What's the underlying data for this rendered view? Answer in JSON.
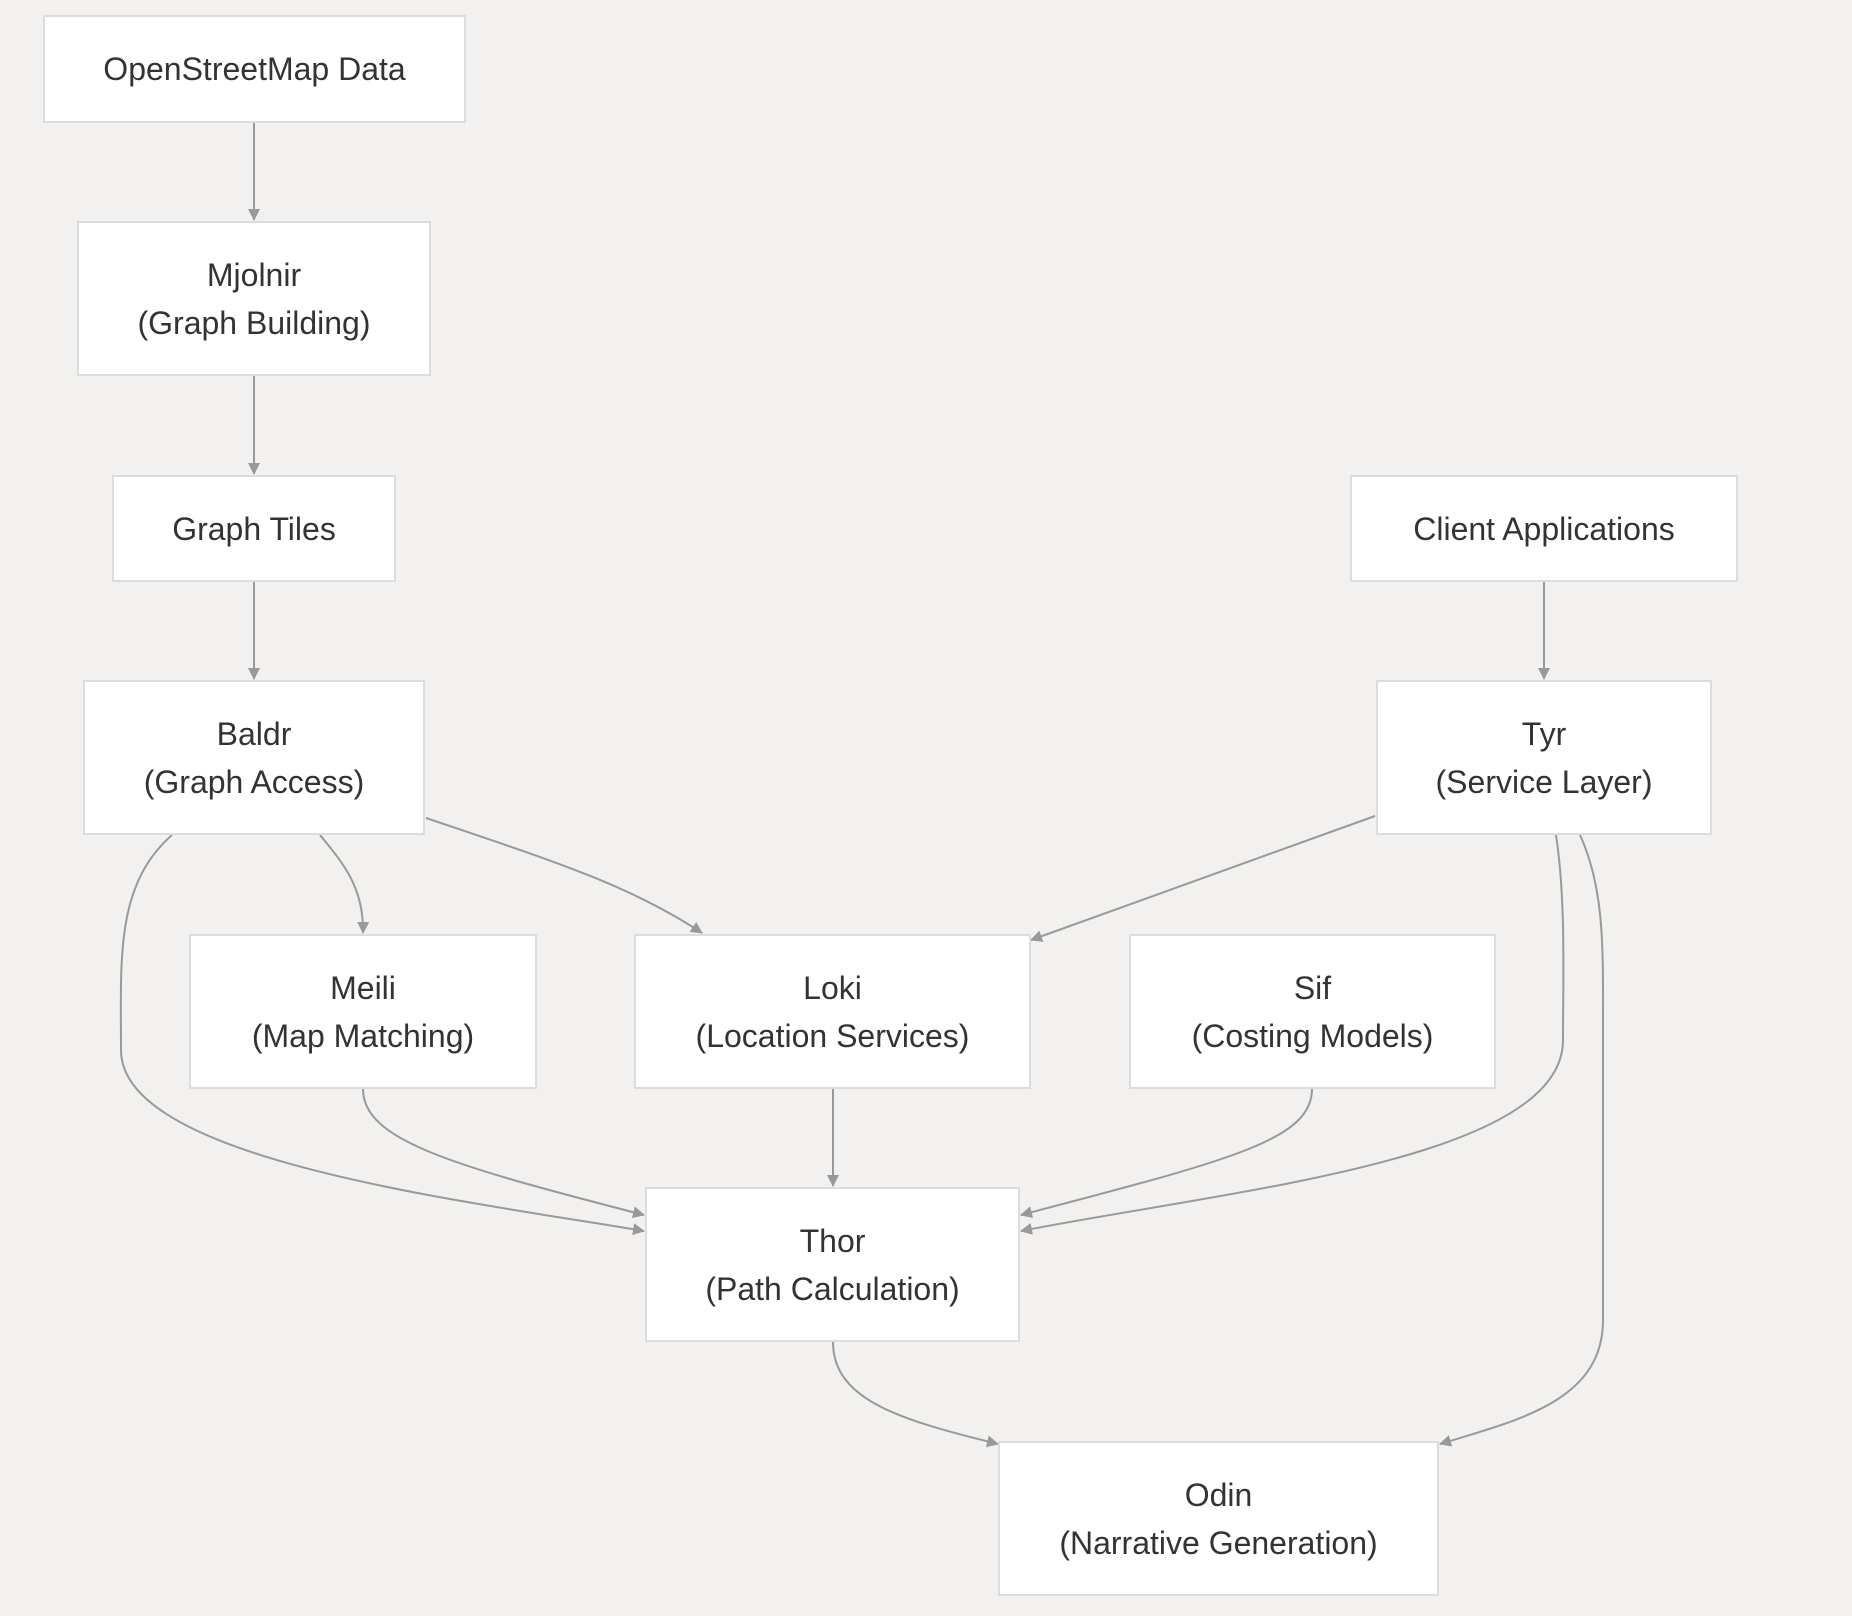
{
  "colors": {
    "background": "#f2f1ef",
    "node_fill": "#ffffff",
    "node_border": "#dcdcdc",
    "edge": "#999999",
    "text": "#333333"
  },
  "nodes": {
    "osm": {
      "line1": "OpenStreetMap Data"
    },
    "mjolnir": {
      "line1": "Mjolnir",
      "line2": "(Graph Building)"
    },
    "tiles": {
      "line1": "Graph Tiles"
    },
    "client": {
      "line1": "Client Applications"
    },
    "baldr": {
      "line1": "Baldr",
      "line2": "(Graph Access)"
    },
    "tyr": {
      "line1": "Tyr",
      "line2": "(Service Layer)"
    },
    "meili": {
      "line1": "Meili",
      "line2": "(Map Matching)"
    },
    "loki": {
      "line1": "Loki",
      "line2": "(Location Services)"
    },
    "sif": {
      "line1": "Sif",
      "line2": "(Costing Models)"
    },
    "thor": {
      "line1": "Thor",
      "line2": "(Path Calculation)"
    },
    "odin": {
      "line1": "Odin",
      "line2": "(Narrative Generation)"
    }
  },
  "edges": [
    {
      "from": "osm",
      "to": "mjolnir"
    },
    {
      "from": "mjolnir",
      "to": "tiles"
    },
    {
      "from": "tiles",
      "to": "baldr"
    },
    {
      "from": "client",
      "to": "tyr"
    },
    {
      "from": "baldr",
      "to": "meili"
    },
    {
      "from": "baldr",
      "to": "loki"
    },
    {
      "from": "baldr",
      "to": "thor"
    },
    {
      "from": "tyr",
      "to": "loki"
    },
    {
      "from": "tyr",
      "to": "thor"
    },
    {
      "from": "tyr",
      "to": "odin"
    },
    {
      "from": "meili",
      "to": "thor"
    },
    {
      "from": "loki",
      "to": "thor"
    },
    {
      "from": "sif",
      "to": "thor"
    },
    {
      "from": "thor",
      "to": "odin"
    }
  ]
}
